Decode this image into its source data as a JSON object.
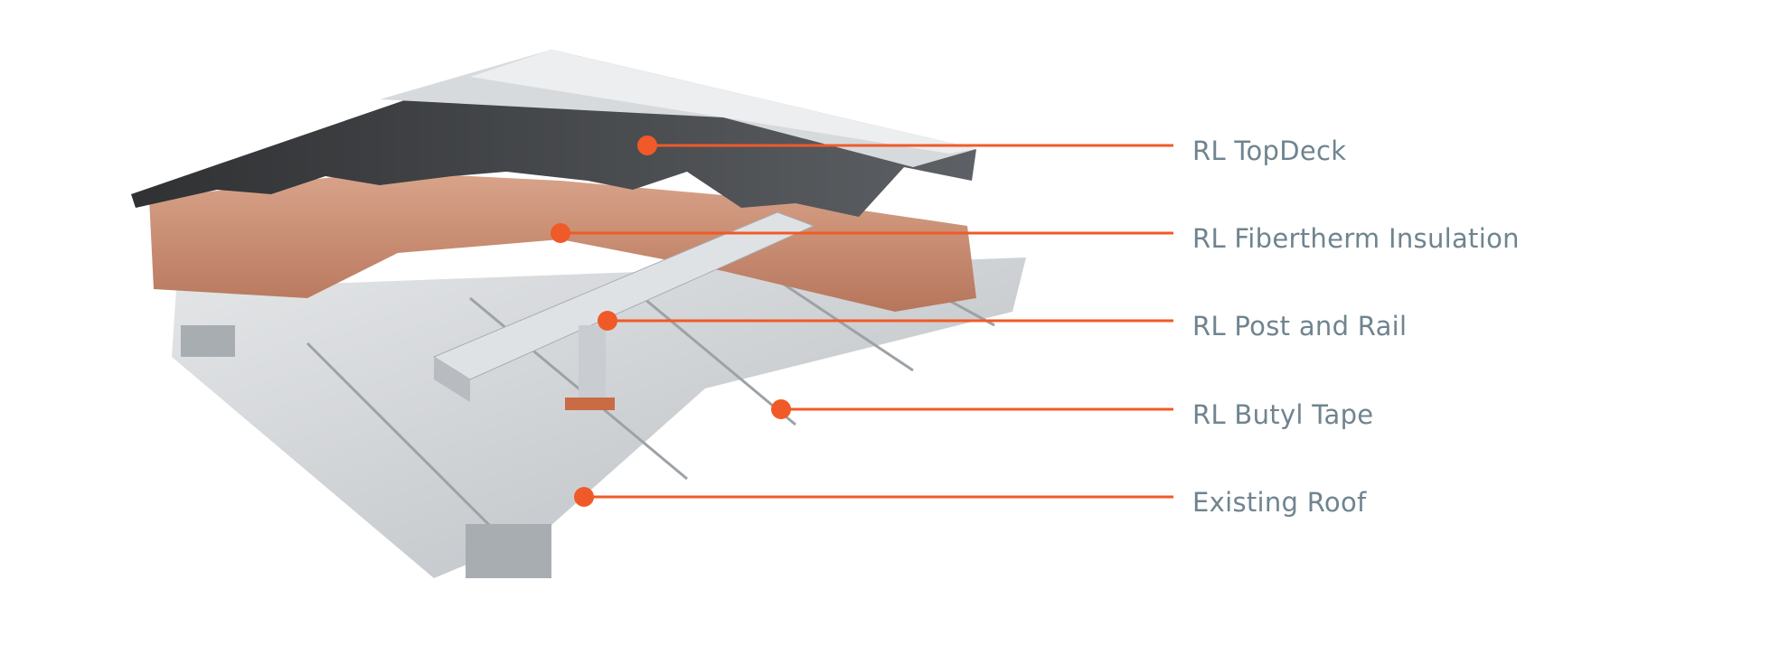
{
  "title": "Roof system layers",
  "accent_color": "#f05a28",
  "label_color": "#6f848f",
  "callouts": [
    {
      "label": "RL TopDeck"
    },
    {
      "label": "RL Fibertherm Insulation"
    },
    {
      "label": "RL Post and Rail"
    },
    {
      "label": "RL Butyl Tape"
    },
    {
      "label": "Existing Roof"
    }
  ]
}
